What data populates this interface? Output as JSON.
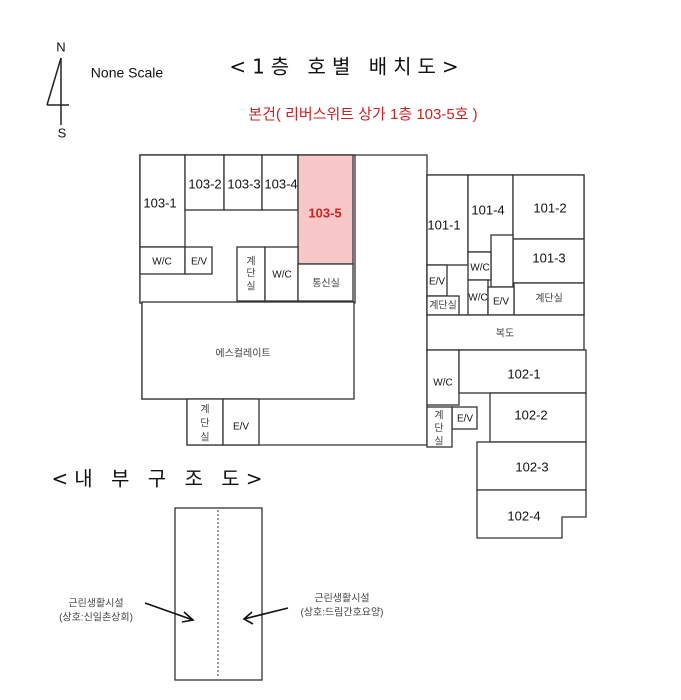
{
  "title": "<1층 호별 배치도>",
  "subtitle": "본건( 리버스위트 상가 1층 103-5호 )",
  "scale_note": "None Scale",
  "compass": {
    "north": "N",
    "south": "S"
  },
  "highlight_color": "#f8c8c8",
  "accent_text_color": "#cc2222",
  "rooms": {
    "r103_1": "103-1",
    "r103_2": "103-2",
    "r103_3": "103-3",
    "r103_4": "103-4",
    "r103_5": "103-5",
    "wc": "W/C",
    "ev": "E/V",
    "stair": "계단실",
    "stair_v": [
      "계",
      "단",
      "실"
    ],
    "telecom": "통신실",
    "escalator": "에스컬레이트",
    "r101_1": "101-1",
    "r101_2": "101-2",
    "r101_3": "101-3",
    "r101_4": "101-4",
    "corridor": "복도",
    "r102_1": "102-1",
    "r102_2": "102-2",
    "r102_3": "102-3",
    "r102_4": "102-4"
  },
  "interior": {
    "title": "<내 부 구 조 도>",
    "left_label": "근린생활시설",
    "left_name": "(상호:신일촌상회)",
    "right_label": "근린생활시설",
    "right_name": "(상호:드림간호요양)"
  }
}
